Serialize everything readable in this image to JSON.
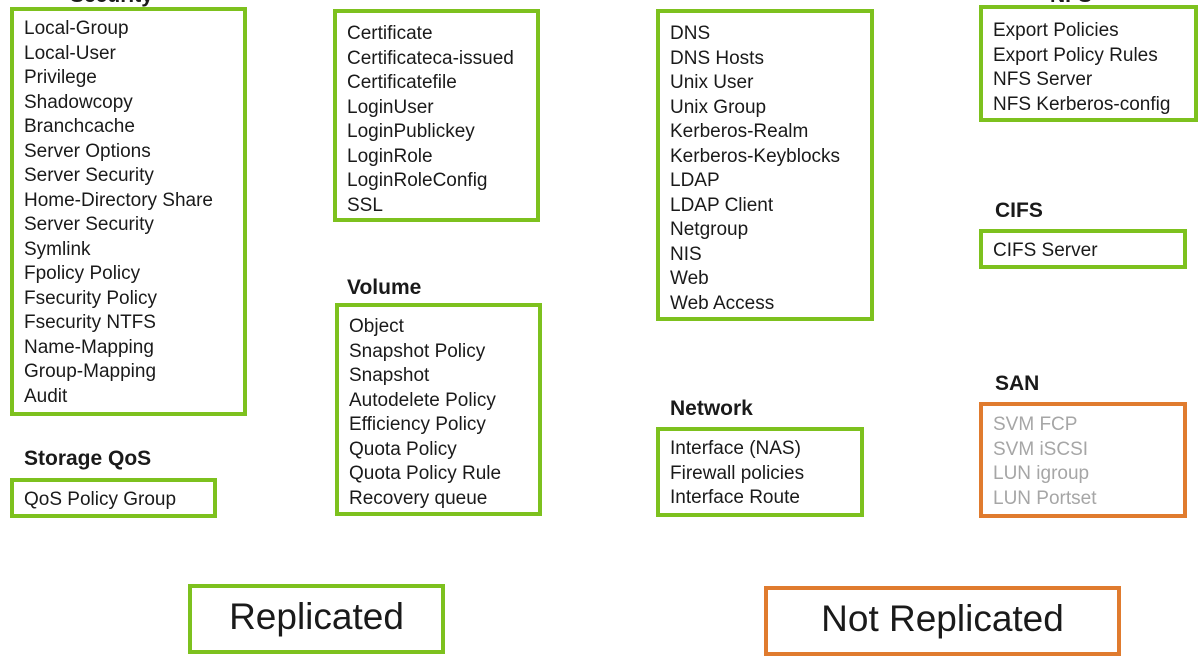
{
  "colors": {
    "replicated": "#7dc11e",
    "not_replicated": "#e07b2e",
    "disabled_text": "#a6a6a6"
  },
  "groups": {
    "security": {
      "heading": "Security",
      "items": [
        "Local-Group",
        "Local-User",
        "Privilege",
        "Shadowcopy",
        "Branchcache",
        "Server Options",
        "Server Security",
        "Home-Directory Share",
        "Server Security",
        "Symlink",
        "Fpolicy Policy",
        "Fsecurity Policy",
        "Fsecurity NTFS",
        "Name-Mapping",
        "Group-Mapping",
        "Audit"
      ]
    },
    "storage_qos": {
      "heading": "Storage QoS",
      "items": [
        "QoS Policy Group"
      ]
    },
    "certificates": {
      "items": [
        "Certificate",
        "Certificateca-issued",
        "Certificatefile",
        "LoginUser",
        "LoginPublickey",
        "LoginRole",
        "LoginRoleConfig",
        "SSL"
      ]
    },
    "volume": {
      "heading": "Volume",
      "items": [
        "Object",
        "Snapshot Policy",
        "Snapshot",
        "Autodelete Policy",
        "Efficiency Policy",
        "Quota Policy",
        "Quota Policy Rule",
        "Recovery queue"
      ]
    },
    "name_services": {
      "items": [
        "DNS",
        "DNS Hosts",
        "Unix User",
        "Unix Group",
        "Kerberos-Realm",
        "Kerberos-Keyblocks",
        "LDAP",
        "LDAP Client",
        "Netgroup",
        "NIS",
        "Web",
        "Web Access"
      ]
    },
    "network": {
      "heading": "Network",
      "items": [
        "Interface  (NAS)",
        "Firewall policies",
        "Interface  Route"
      ]
    },
    "nfs": {
      "heading": "NFS",
      "items": [
        "Export Policies",
        "Export Policy Rules",
        "NFS Server",
        "NFS Kerberos-config"
      ]
    },
    "cifs": {
      "heading": "CIFS",
      "items": [
        "CIFS Server"
      ]
    },
    "san": {
      "heading": "SAN",
      "items": [
        "SVM FCP",
        "SVM iSCSI",
        "LUN igroup",
        "LUN Portset"
      ]
    }
  },
  "legend": {
    "replicated": "Replicated",
    "not_replicated": "Not Replicated"
  }
}
